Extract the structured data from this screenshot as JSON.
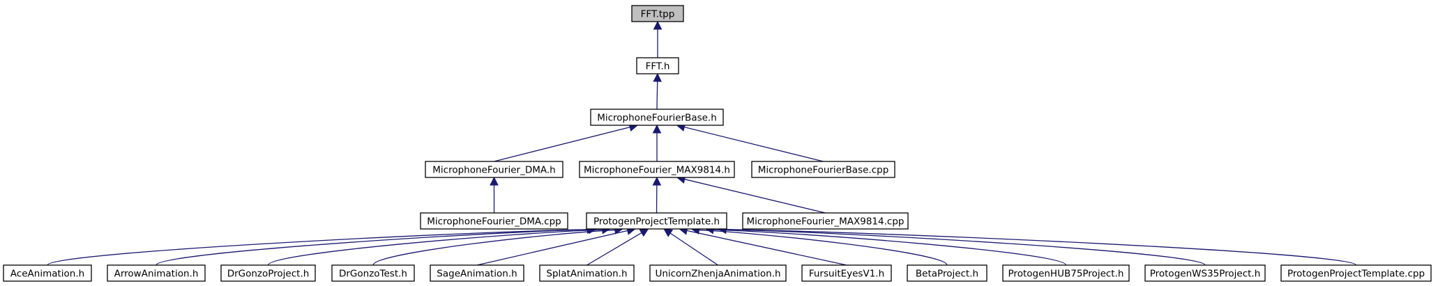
{
  "nodes": [
    {
      "id": "n_fft_tpp",
      "label": "FFT.tpp",
      "root": true
    },
    {
      "id": "n_fft_h",
      "label": "FFT.h"
    },
    {
      "id": "n_mfb_h",
      "label": "MicrophoneFourierBase.h"
    },
    {
      "id": "n_mf_dma_h",
      "label": "MicrophoneFourier_DMA.h"
    },
    {
      "id": "n_mf_max_h",
      "label": "MicrophoneFourier_MAX9814.h"
    },
    {
      "id": "n_mfb_cpp",
      "label": "MicrophoneFourierBase.cpp"
    },
    {
      "id": "n_mf_dma_cpp",
      "label": "MicrophoneFourier_DMA.cpp"
    },
    {
      "id": "n_ppt_h",
      "label": "ProtogenProjectTemplate.h"
    },
    {
      "id": "n_mf_max_cpp",
      "label": "MicrophoneFourier_MAX9814.cpp"
    },
    {
      "id": "n_ace",
      "label": "AceAnimation.h"
    },
    {
      "id": "n_arrow",
      "label": "ArrowAnimation.h"
    },
    {
      "id": "n_drgp",
      "label": "DrGonzoProject.h"
    },
    {
      "id": "n_drgt",
      "label": "DrGonzoTest.h"
    },
    {
      "id": "n_sage",
      "label": "SageAnimation.h"
    },
    {
      "id": "n_splat",
      "label": "SplatAnimation.h"
    },
    {
      "id": "n_unicorn",
      "label": "UnicornZhenjaAnimation.h"
    },
    {
      "id": "n_fursuit",
      "label": "FursuitEyesV1.h"
    },
    {
      "id": "n_beta",
      "label": "BetaProject.h"
    },
    {
      "id": "n_hub75",
      "label": "ProtogenHUB75Project.h"
    },
    {
      "id": "n_ws35",
      "label": "ProtogenWS35Project.h"
    },
    {
      "id": "n_ppt_cpp",
      "label": "ProtogenProjectTemplate.cpp"
    }
  ],
  "edges": [
    {
      "from": "n_fft_h",
      "to": "n_fft_tpp"
    },
    {
      "from": "n_mfb_h",
      "to": "n_fft_h"
    },
    {
      "from": "n_mf_dma_h",
      "to": "n_mfb_h"
    },
    {
      "from": "n_mf_max_h",
      "to": "n_mfb_h"
    },
    {
      "from": "n_mfb_cpp",
      "to": "n_mfb_h"
    },
    {
      "from": "n_mf_dma_cpp",
      "to": "n_mf_dma_h"
    },
    {
      "from": "n_ppt_h",
      "to": "n_mf_max_h"
    },
    {
      "from": "n_mf_max_cpp",
      "to": "n_mf_max_h"
    },
    {
      "from": "n_ace",
      "to": "n_ppt_h"
    },
    {
      "from": "n_arrow",
      "to": "n_ppt_h"
    },
    {
      "from": "n_drgp",
      "to": "n_ppt_h"
    },
    {
      "from": "n_drgt",
      "to": "n_ppt_h"
    },
    {
      "from": "n_sage",
      "to": "n_ppt_h"
    },
    {
      "from": "n_splat",
      "to": "n_ppt_h"
    },
    {
      "from": "n_unicorn",
      "to": "n_ppt_h"
    },
    {
      "from": "n_fursuit",
      "to": "n_ppt_h"
    },
    {
      "from": "n_beta",
      "to": "n_ppt_h"
    },
    {
      "from": "n_hub75",
      "to": "n_ppt_h"
    },
    {
      "from": "n_ws35",
      "to": "n_ppt_h"
    },
    {
      "from": "n_ppt_cpp",
      "to": "n_ppt_h"
    }
  ],
  "colors": {
    "edge": "#191970",
    "root_fill": "#bfbfbf",
    "node_fill": "#ffffff",
    "node_border": "#000000"
  }
}
